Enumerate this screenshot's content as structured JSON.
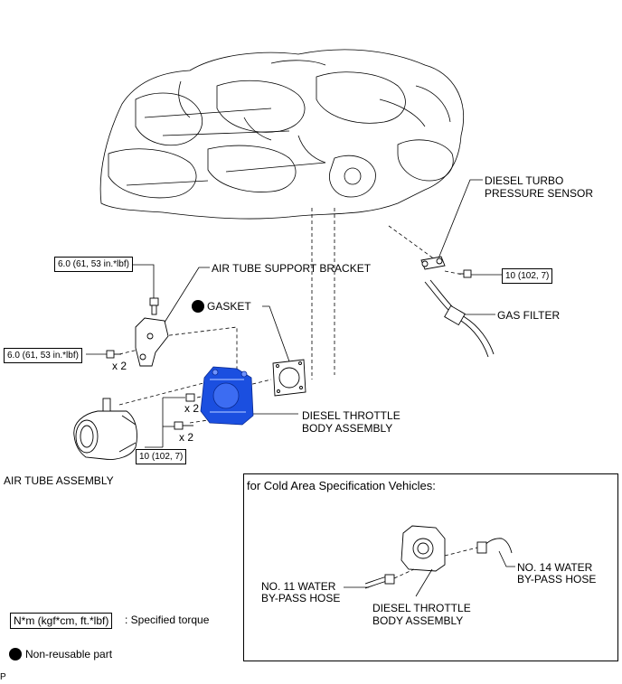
{
  "labels": {
    "diesel_turbo_sensor_line1": "DIESEL TURBO",
    "diesel_turbo_sensor_line2": "PRESSURE SENSOR",
    "air_tube_support_bracket": "AIR TUBE SUPPORT BRACKET",
    "gasket": "GASKET",
    "gas_filter": "GAS FILTER",
    "diesel_throttle_line1": "DIESEL THROTTLE",
    "diesel_throttle_line2": "BODY ASSEMBLY",
    "air_tube_assembly": "AIR TUBE ASSEMBLY",
    "x2_bracket": "x 2",
    "x2_upper_bolt": "x 2",
    "x2_lower_bolt": "x 2",
    "page_marker": "P"
  },
  "torque_boxes": {
    "bracket_top": "6.0 (61, 53 in.*lbf)",
    "bracket_left": "6.0 (61, 53 in.*lbf)",
    "sensor": "10 (102, 7)",
    "throttle": "10 (102, 7)"
  },
  "cold_area": {
    "title": "for Cold Area Specification Vehicles:",
    "no11_line1": "NO. 11 WATER",
    "no11_line2": "BY-PASS HOSE",
    "no14_line1": "NO. 14 WATER",
    "no14_line2": "BY-PASS HOSE",
    "throttle_line1": "DIESEL THROTTLE",
    "throttle_line2": "BODY ASSEMBLY"
  },
  "legend": {
    "torque_unit": "N*m (kgf*cm, ft.*lbf)",
    "torque_text": ": Specified torque",
    "nonreusable_text": "Non-reusable part"
  },
  "colors": {
    "highlight": "#1b4fe0",
    "line": "#000000"
  }
}
